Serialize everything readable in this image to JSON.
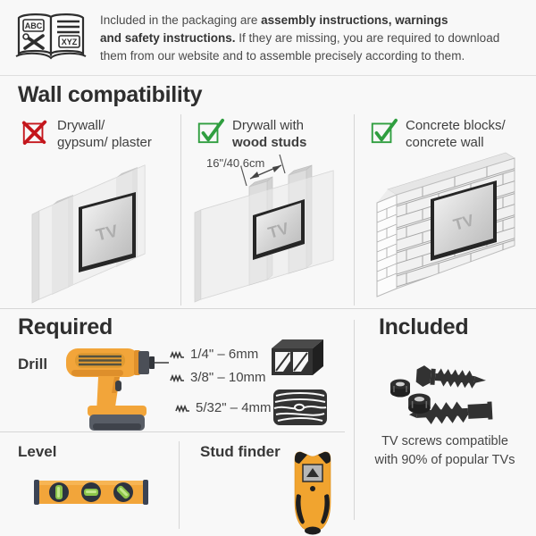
{
  "notice": {
    "book_abc": "ABC",
    "book_xyz": "XYZ",
    "line1_normal": "Included in the packaging are ",
    "line1_bold": "assembly instructions, warnings",
    "line2_bold": "and safety instructions.",
    "line2_normal": " If they are missing, you are required to download",
    "line3_normal": "them from our website and to assemble precisely according to them."
  },
  "wall_compatibility": {
    "title": "Wall compatibility",
    "tv_label": "TV",
    "columns": [
      {
        "allowed": "no",
        "icon": "red-cross-checkbox-icon",
        "label_line1": "Drywall/",
        "label_line2": "gypsum/ plaster"
      },
      {
        "allowed": "yes",
        "icon": "green-check-checkbox-icon",
        "label_line1": "Drywall with",
        "label_line2": "wood studs",
        "stud_spacing": "16\"/40.6cm"
      },
      {
        "allowed": "yes",
        "icon": "green-check-checkbox-icon",
        "label_line1": "Concrete blocks/",
        "label_line2": "concrete wall"
      }
    ]
  },
  "required": {
    "title": "Required",
    "drill_label": "Drill",
    "drill_bits": [
      {
        "size": "1/4\" – 6mm",
        "for": "concrete"
      },
      {
        "size": "3/8\" – 10mm",
        "for": "concrete"
      },
      {
        "size": "5/32\" – 4mm",
        "for": "wood"
      }
    ],
    "level_label": "Level",
    "stud_finder_label": "Stud finder"
  },
  "included": {
    "title": "Included",
    "caption_line1": "TV screws compatible",
    "caption_line2": "with 90% of popular TVs"
  },
  "colors": {
    "check_green": "#2f9e3f",
    "cross_red": "#c4161c",
    "tool_yellow": "#f2a53a",
    "silhouette_dark": "#333333",
    "divider_gray": "#d6d6d6"
  }
}
